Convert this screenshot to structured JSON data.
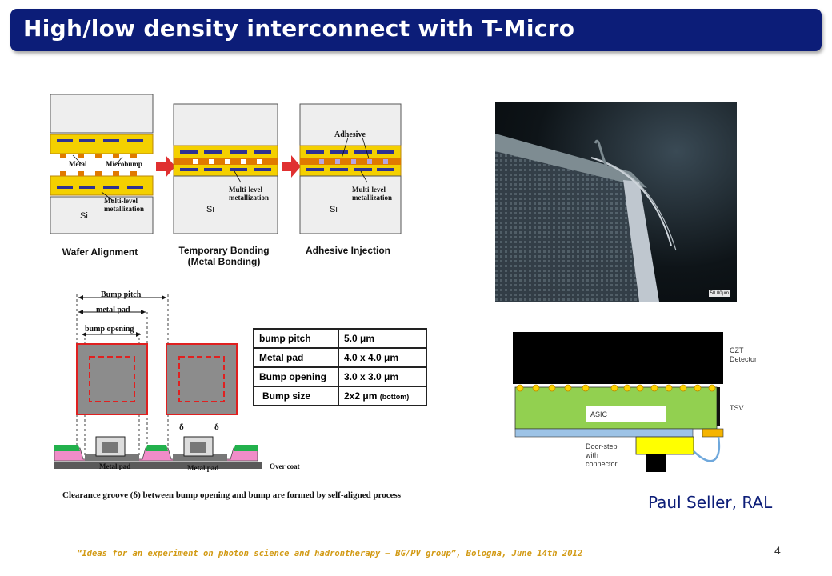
{
  "title": "High/low density interconnect with T-Micro",
  "process": {
    "captions": [
      "Wafer Alignment",
      "Temporary Bonding\n(Metal Bonding)",
      "Adhesive Injection"
    ],
    "labels": {
      "metal": "Metal",
      "microbump": "Microbump",
      "multilevel": "Multi-level\nmetallization",
      "si": "Si",
      "adhesive": "Adhesive"
    }
  },
  "bump_diagram": {
    "bump_pitch": "Bump pitch",
    "metal_pad": "metal pad",
    "bump_opening": "bump opening",
    "delta": "δ",
    "metal_pad_label": "Metal pad",
    "over_coat": "Over coat",
    "caption": "Clearance groove (δ) between bump opening and bump are formed by self-aligned process"
  },
  "spec_table": [
    {
      "name": "bump pitch",
      "value": "5.0 μm",
      "note": ""
    },
    {
      "name": "Metal pad",
      "value": "4.0 x 4.0 μm",
      "note": ""
    },
    {
      "name": "Bump opening",
      "value": "3.0 x 3.0 μm",
      "note": ""
    },
    {
      "name": "Bump size",
      "value": "2x2 μm",
      "note": "(bottom)"
    }
  ],
  "photo": {
    "scale_bar": "50.00μm"
  },
  "detector": {
    "czt": "CZT\nDetector",
    "tsv": "TSV",
    "asic": "ASIC",
    "doorstep": "Door-step\nwith\nconnector"
  },
  "author": "Paul Seller, RAL",
  "footer": "“Ideas for an experiment on photon science and hadrontherapy – BG/PV group”, Bologna, June 14th 2012",
  "page_number": "4",
  "colors": {
    "title_bg": "#0c1d78",
    "footer": "#d29a14",
    "asic_green": "#92d050",
    "bump_yellow": "#ffd400"
  }
}
